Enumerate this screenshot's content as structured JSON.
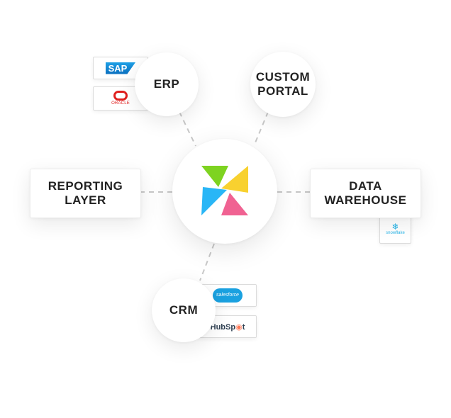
{
  "nodes": {
    "erp": "ERP",
    "custom_portal": "CUSTOM\nPORTAL",
    "reporting_layer": "REPORTING\nLAYER",
    "data_warehouse": "DATA\nWAREHOUSE",
    "crm": "CRM"
  },
  "logos": {
    "sap": "SAP",
    "oracle": "ORACLE",
    "salesforce": "salesforce",
    "hubspot_a": "HubSp",
    "hubspot_b": "t",
    "snowflake": "snowflake"
  },
  "colors": {
    "hub_green": "#7ed321",
    "hub_yellow": "#f8d12f",
    "hub_blue": "#29b6f6",
    "hub_pink": "#f06292",
    "connector": "#c8c8c8"
  }
}
